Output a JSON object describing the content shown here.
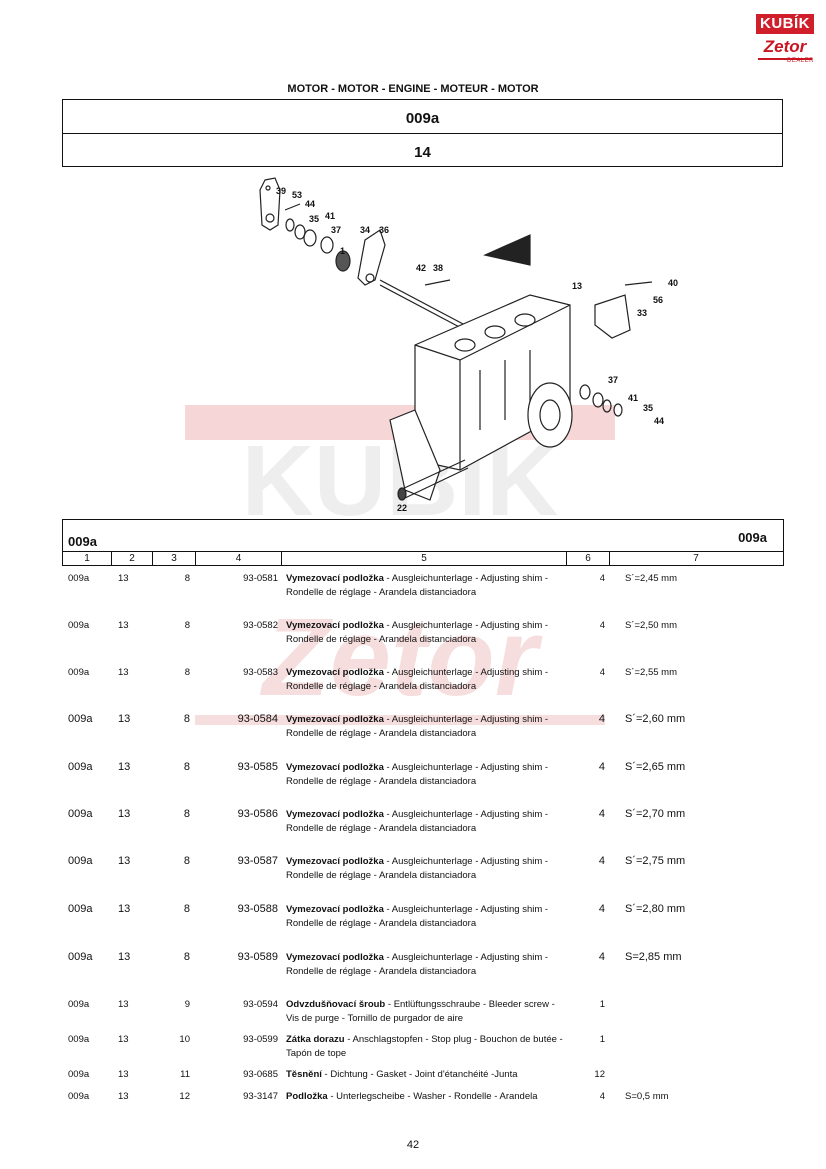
{
  "logo": {
    "brand": "KUBÍK",
    "sub": "Zetor",
    "dealer": "DEALER"
  },
  "section_title": "MOTOR - MOTOR - ENGINE - MOTEUR - MOTOR",
  "header": {
    "group": "009a",
    "sheet": "14"
  },
  "diagram_labels": [
    "39",
    "53",
    "44",
    "35",
    "41",
    "37",
    "34",
    "36",
    "1",
    "42",
    "38",
    "13",
    "40",
    "56",
    "33",
    "37",
    "41",
    "35",
    "44",
    "22"
  ],
  "table": {
    "code_left": "009a",
    "code_right": "009a",
    "columns": [
      "1",
      "2",
      "3",
      "4",
      "5",
      "6",
      "7"
    ],
    "rows": [
      {
        "c1": "009a",
        "c2": "13",
        "c3": "8",
        "c4": "93-0581",
        "name": "Vymezovací podložka",
        "desc": " - Ausgleichunterlage - Adjusting shim - Rondelle de réglage - Arandela distanciadora",
        "qty": "4",
        "note": "S´=2,45 mm",
        "big": false
      },
      {
        "c1": "009a",
        "c2": "13",
        "c3": "8",
        "c4": "93-0582",
        "name": "Vymezovací podložka",
        "desc": " - Ausgleichunterlage - Adjusting shim - Rondelle de réglage - Arandela distanciadora",
        "qty": "4",
        "note": "S´=2,50 mm",
        "big": false
      },
      {
        "c1": "009a",
        "c2": "13",
        "c3": "8",
        "c4": "93-0583",
        "name": "Vymezovací podložka",
        "desc": " - Ausgleichunterlage - Adjusting shim - Rondelle de réglage - Arandela distanciadora",
        "qty": "4",
        "note": "S´=2,55 mm",
        "big": false
      },
      {
        "c1": "009a",
        "c2": "13",
        "c3": "8",
        "c4": "93-0584",
        "name": "Vymezovací podložka",
        "desc": " - Ausgleichunterlage - Adjusting shim - Rondelle de réglage - Arandela distanciadora",
        "qty": "4",
        "note": "S´=2,60 mm",
        "big": true
      },
      {
        "c1": "009a",
        "c2": "13",
        "c3": "8",
        "c4": "93-0585",
        "name": "Vymezovací podložka",
        "desc": " - Ausgleichunterlage - Adjusting shim - Rondelle de réglage - Arandela distanciadora",
        "qty": "4",
        "note": "S´=2,65 mm",
        "big": true
      },
      {
        "c1": "009a",
        "c2": "13",
        "c3": "8",
        "c4": "93-0586",
        "name": "Vymezovací podložka",
        "desc": " - Ausgleichunterlage - Adjusting shim - Rondelle de réglage - Arandela distanciadora",
        "qty": "4",
        "note": "S´=2,70 mm",
        "big": true
      },
      {
        "c1": "009a",
        "c2": "13",
        "c3": "8",
        "c4": "93-0587",
        "name": "Vymezovací podložka",
        "desc": " - Ausgleichunterlage - Adjusting shim - Rondelle de réglage - Arandela distanciadora",
        "qty": "4",
        "note": "S´=2,75 mm",
        "big": true
      },
      {
        "c1": "009a",
        "c2": "13",
        "c3": "8",
        "c4": "93-0588",
        "name": "Vymezovací podložka",
        "desc": " - Ausgleichunterlage - Adjusting shim - Rondelle de réglage - Arandela distanciadora",
        "qty": "4",
        "note": "S´=2,80 mm",
        "big": true
      },
      {
        "c1": "009a",
        "c2": "13",
        "c3": "8",
        "c4": "93-0589",
        "name": "Vymezovací podložka",
        "desc": " - Ausgleichunterlage - Adjusting shim - Rondelle de réglage - Arandela distanciadora",
        "qty": "4",
        "note": "S=2,85 mm",
        "big": true
      },
      {
        "c1": "009a",
        "c2": "13",
        "c3": "9",
        "c4": "93-0594",
        "name": "Odvzdušňovací šroub",
        "desc": " - Entlüftungsschraube - Bleeder screw - Vis de purge - Tornillo de purgador de aire",
        "qty": "1",
        "note": "",
        "big": false
      },
      {
        "c1": "009a",
        "c2": "13",
        "c3": "10",
        "c4": "93-0599",
        "name": "Zátka dorazu",
        "desc": " - Anschlagstopfen - Stop plug - Bouchon de butée - Tapón de tope",
        "qty": "1",
        "note": "",
        "big": false
      },
      {
        "c1": "009a",
        "c2": "13",
        "c3": "11",
        "c4": "93-0685",
        "name": "Těsnění",
        "desc": " - Dichtung - Gasket - Joint d'étanchéité -Junta",
        "qty": "12",
        "note": "",
        "big": false
      },
      {
        "c1": "009a",
        "c2": "13",
        "c3": "12",
        "c4": "93-3147",
        "name": "Podložka",
        "desc": " - Unterlegscheibe - Washer - Rondelle - Arandela",
        "qty": "4",
        "note": "S=0,5 mm",
        "big": false
      }
    ]
  },
  "page_number": "42"
}
